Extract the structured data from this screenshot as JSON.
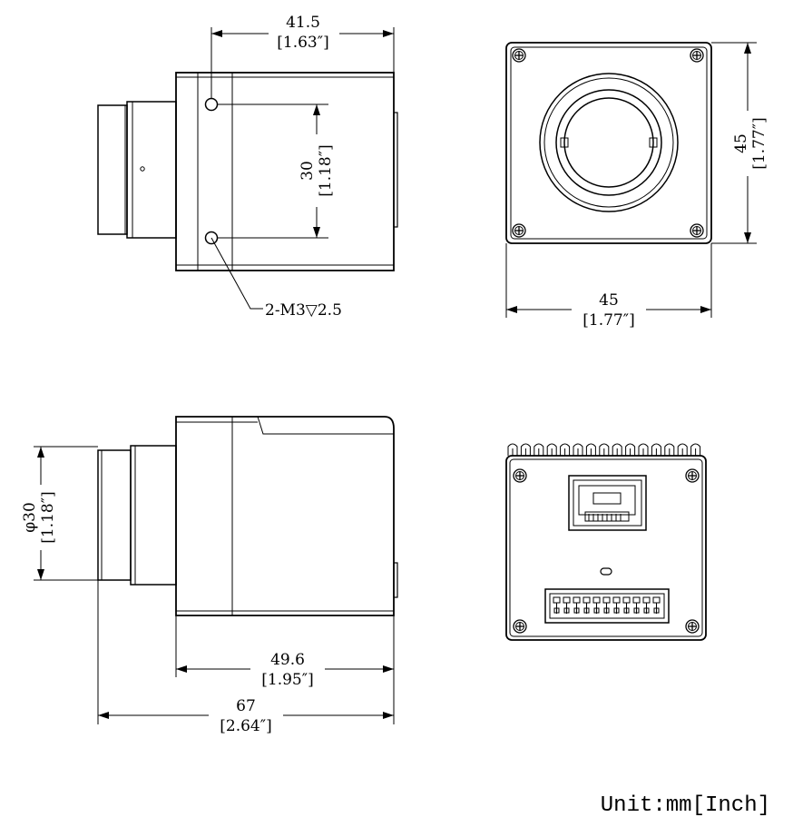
{
  "dimensions": {
    "top_side_width": "41.5",
    "top_side_width_in": "[1.63″]",
    "hole_spacing": "30",
    "hole_spacing_in": "[1.18″]",
    "hole_callout": "2-M3▽2.5",
    "front_height": "45",
    "front_height_in": "[1.77″]",
    "front_width": "45",
    "front_width_in": "[1.77″]",
    "lens_diameter": "φ30",
    "lens_diameter_in": "[1.18″]",
    "body_length": "49.6",
    "body_length_in": "[1.95″]",
    "total_length": "67",
    "total_length_in": "[2.64″]"
  },
  "unit_label": "Unit:mm[Inch]"
}
